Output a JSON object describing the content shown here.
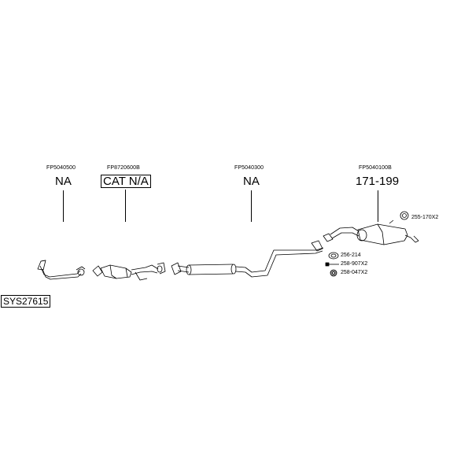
{
  "system_id": "SYS27615",
  "parts": [
    {
      "code": "FP5040500",
      "price": "NA"
    },
    {
      "code": "FP8720600B",
      "price": "CAT N/A"
    },
    {
      "code": "FP5040300",
      "price": "NA"
    },
    {
      "code": "FP5040100B",
      "price": "171-199"
    }
  ],
  "accessories": [
    {
      "code": "255-170X2",
      "icon": "clamp-ring-icon"
    },
    {
      "code": "256-214",
      "icon": "gasket-ring-icon"
    },
    {
      "code": "258-907X2",
      "icon": "bolt-icon"
    },
    {
      "code": "258-047X2",
      "icon": "nut-icon"
    }
  ],
  "colors": {
    "line": "#000000",
    "background": "#ffffff"
  }
}
